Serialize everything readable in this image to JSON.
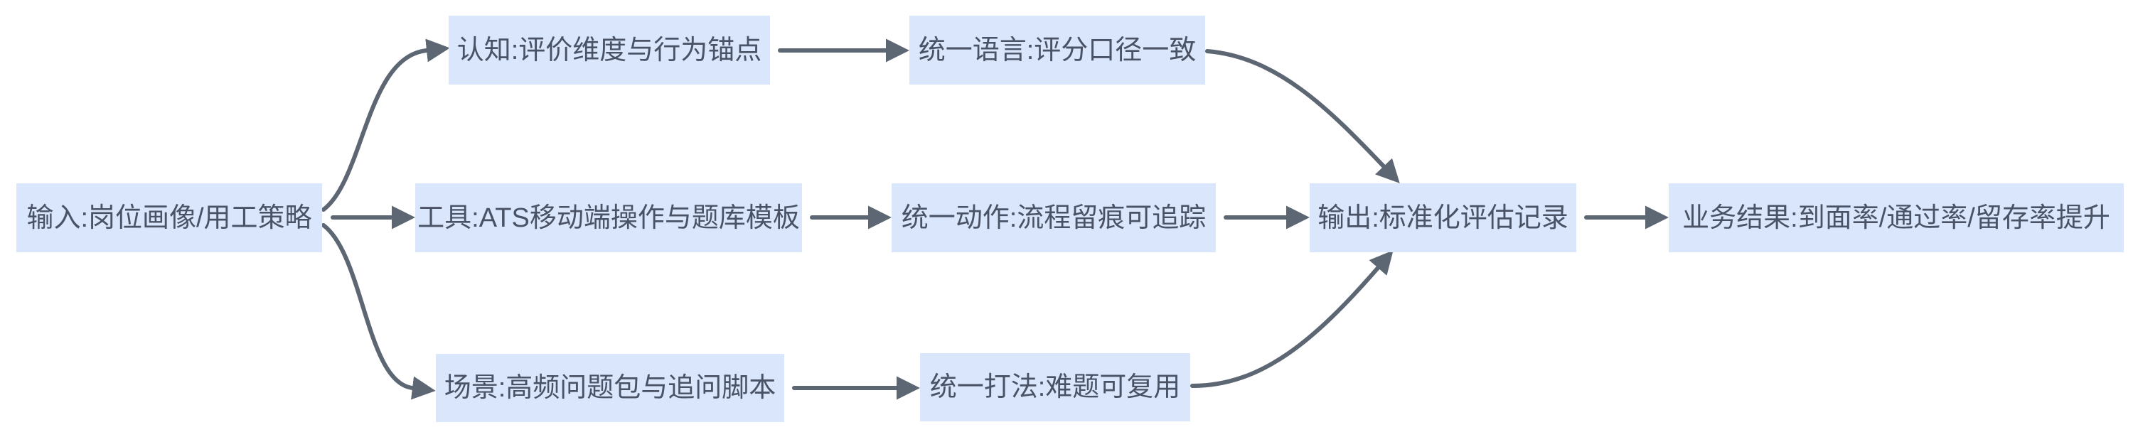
{
  "diagram": {
    "type": "flowchart-left-to-right",
    "colors": {
      "canvas_bg": "#ffffff",
      "node_fill": "#d9e6fc",
      "node_text_color": "#4a5366",
      "edge_color": "#5d6673"
    },
    "nodes": [
      {
        "id": "input",
        "label": "输入:岗位画像/用工策略"
      },
      {
        "id": "cognition",
        "label": "认知:评价维度与行为锚点"
      },
      {
        "id": "language",
        "label": "统一语言:评分口径一致"
      },
      {
        "id": "tool",
        "label": "工具:ATS移动端操作与题库模板"
      },
      {
        "id": "action",
        "label": "统一动作:流程留痕可追踪"
      },
      {
        "id": "output",
        "label": "输出:标准化评估记录"
      },
      {
        "id": "result",
        "label": "业务结果:到面率/通过率/留存率提升"
      },
      {
        "id": "scene",
        "label": "场景:高频问题包与追问脚本"
      },
      {
        "id": "approach",
        "label": "统一打法:难题可复用"
      }
    ],
    "edges": [
      {
        "from": "input",
        "to": "cognition"
      },
      {
        "from": "input",
        "to": "tool"
      },
      {
        "from": "input",
        "to": "scene"
      },
      {
        "from": "cognition",
        "to": "language"
      },
      {
        "from": "tool",
        "to": "action"
      },
      {
        "from": "scene",
        "to": "approach"
      },
      {
        "from": "language",
        "to": "output"
      },
      {
        "from": "action",
        "to": "output"
      },
      {
        "from": "approach",
        "to": "output"
      },
      {
        "from": "output",
        "to": "result"
      }
    ]
  }
}
